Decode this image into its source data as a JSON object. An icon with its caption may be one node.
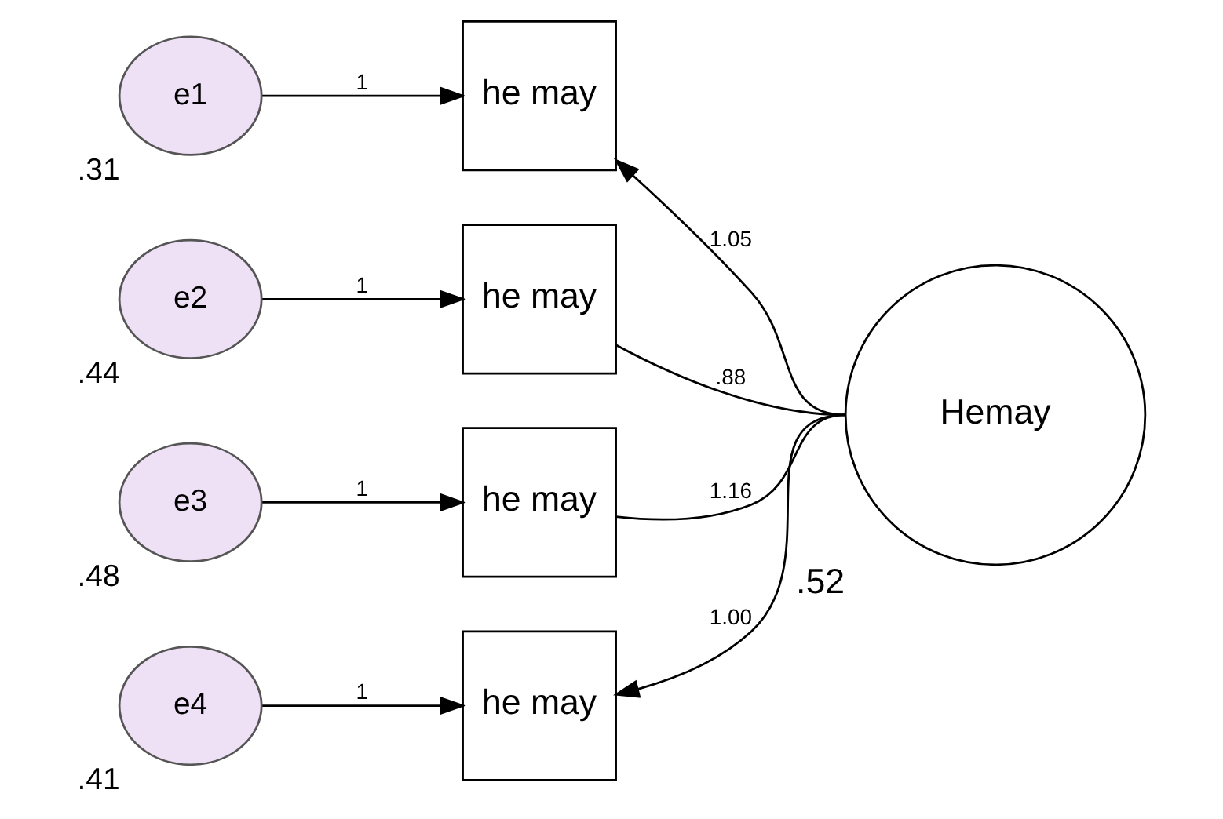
{
  "diagram": {
    "nodes": [
      {
        "text": [
          "e1"
        ],
        "beside": [
          ".31"
        ]
      },
      {
        "text": [
          "e2"
        ],
        "beside": [
          ".44"
        ]
      },
      {
        "text": [
          "e3"
        ],
        "beside": [
          ".48"
        ]
      },
      {
        "text": [
          "e4"
        ],
        "beside": [
          ".41"
        ]
      },
      {
        "text": [
          "he may"
        ]
      },
      {
        "text": [
          "he may"
        ]
      },
      {
        "text": [
          "he may"
        ]
      },
      {
        "text": [
          "he may"
        ]
      },
      {
        "text": [
          "Hemay"
        ],
        "beside": [
          ".52"
        ]
      }
    ],
    "edges": [
      {
        "from": 0,
        "to": 4,
        "arrow": "to",
        "label": "1"
      },
      {
        "from": 1,
        "to": 5,
        "arrow": "to",
        "label": "1"
      },
      {
        "from": 2,
        "to": 6,
        "arrow": "to",
        "label": "1"
      },
      {
        "from": 3,
        "to": 7,
        "arrow": "to",
        "label": "1"
      },
      {
        "from": 8,
        "to": 4,
        "arrow": "to",
        "label": "1.05"
      },
      {
        "from": 8,
        "to": 5,
        "arrow": "none",
        "label": ".88"
      },
      {
        "from": 8,
        "to": 6,
        "arrow": "none",
        "label": "1.16"
      },
      {
        "from": 8,
        "to": 7,
        "arrow": "to",
        "label": "1.00"
      }
    ]
  }
}
